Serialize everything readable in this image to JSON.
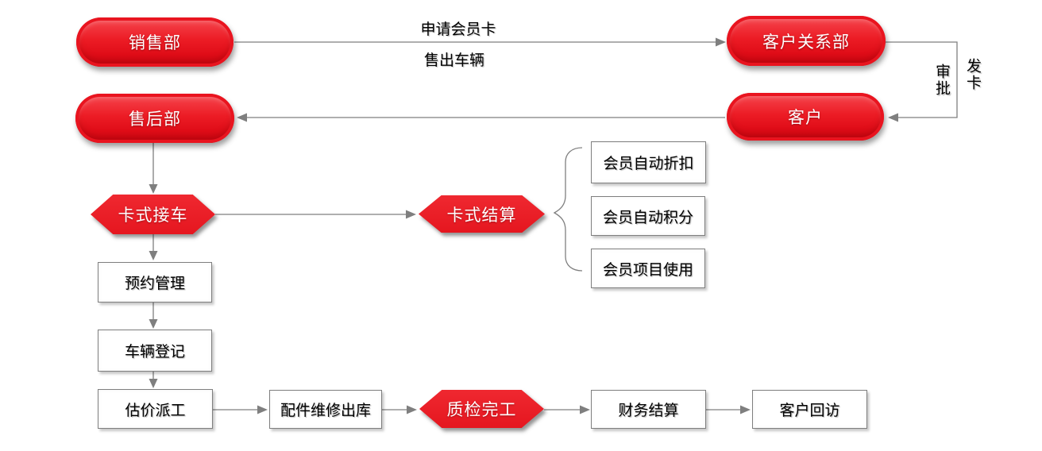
{
  "diagram_type": "flowchart",
  "nodes": {
    "sales_dept": {
      "label": "销售部",
      "shape": "pill"
    },
    "customer_relations_dept": {
      "label": "客户关系部",
      "shape": "pill"
    },
    "after_sales_dept": {
      "label": "售后部",
      "shape": "pill"
    },
    "customer": {
      "label": "客户",
      "shape": "pill"
    },
    "card_reception": {
      "label": "卡式接车",
      "shape": "hexagon"
    },
    "card_settlement": {
      "label": "卡式结算",
      "shape": "hexagon"
    },
    "member_auto_discount": {
      "label": "会员自动折扣",
      "shape": "rect"
    },
    "member_auto_points": {
      "label": "会员自动积分",
      "shape": "rect"
    },
    "member_item_usage": {
      "label": "会员项目使用",
      "shape": "rect"
    },
    "appointment_management": {
      "label": "预约管理",
      "shape": "rect"
    },
    "vehicle_registration": {
      "label": "车辆登记",
      "shape": "rect"
    },
    "estimate_dispatch": {
      "label": "估价派工",
      "shape": "rect"
    },
    "parts_repair_outbound": {
      "label": "配件维修出库",
      "shape": "rect"
    },
    "quality_check_complete": {
      "label": "质检完工",
      "shape": "hexagon"
    },
    "financial_settlement": {
      "label": "财务结算",
      "shape": "rect"
    },
    "customer_followup": {
      "label": "客户回访",
      "shape": "rect"
    }
  },
  "edge_labels": {
    "apply_member_card": "申请会员卡",
    "sell_vehicle": "售出车辆",
    "approve": "审批",
    "issue_card": "发卡"
  },
  "edges": [
    {
      "from": "销售部",
      "to": "客户关系部",
      "labels": [
        "申请会员卡",
        "售出车辆"
      ]
    },
    {
      "from": "客户关系部",
      "to": "客户",
      "labels": [
        "审批",
        "发卡"
      ]
    },
    {
      "from": "客户",
      "to": "售后部"
    },
    {
      "from": "售后部",
      "to": "卡式接车"
    },
    {
      "from": "卡式接车",
      "to": "卡式结算"
    },
    {
      "from": "卡式结算",
      "to": [
        "会员自动折扣",
        "会员自动积分",
        "会员项目使用"
      ],
      "connector": "brace"
    },
    {
      "from": "卡式接车",
      "to": "预约管理"
    },
    {
      "from": "预约管理",
      "to": "车辆登记"
    },
    {
      "from": "车辆登记",
      "to": "估价派工"
    },
    {
      "from": "估价派工",
      "to": "配件维修出库"
    },
    {
      "from": "配件维修出库",
      "to": "质检完工"
    },
    {
      "from": "质检完工",
      "to": "财务结算"
    },
    {
      "from": "财务结算",
      "to": "客户回访"
    }
  ],
  "colors": {
    "node_red": "#e8232a",
    "line_gray": "#7f7f7f",
    "box_border": "#7f7f7f",
    "box_fill": "#ffffff",
    "node_text": "#ffffff",
    "label_text": "#000000",
    "background": "#ffffff"
  }
}
